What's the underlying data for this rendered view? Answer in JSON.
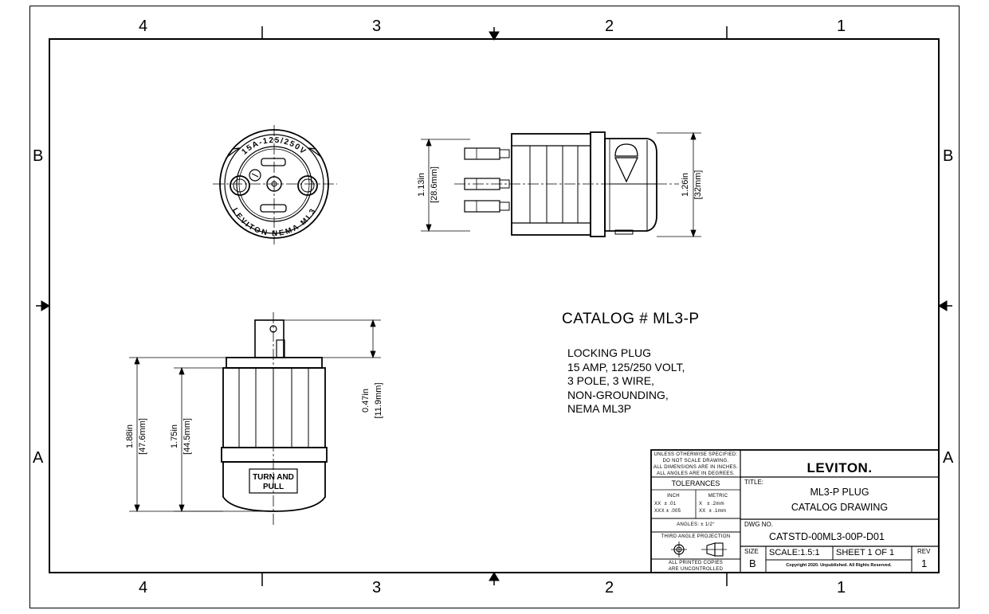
{
  "zones": {
    "columns": [
      "4",
      "3",
      "2",
      "1"
    ],
    "rows": [
      "B",
      "A"
    ]
  },
  "catalog_heading": "CATALOG # ML3-P",
  "description": [
    "LOCKING PLUG",
    "15 AMP, 125/250 VOLT,",
    "3 POLE, 3 WIRE,",
    "NON-GROUNDING,",
    "NEMA ML3P"
  ],
  "face_view": {
    "rating_text": "15A-125/250V",
    "brand_text": "LEVITON",
    "nema_text": "NEMA ML3"
  },
  "dimensions": {
    "side_left_in": "1.13in",
    "side_left_mm": "[28.6mm]",
    "side_right_in": "1.26in",
    "side_right_mm": "[32mm]",
    "top_outer_in": "1.88in",
    "top_outer_mm": "[47.6mm]",
    "top_inner_in": "1.75in",
    "top_inner_mm": "[44.5mm]",
    "blade_in": "0.47in",
    "blade_mm": "[11.9mm]"
  },
  "plug_label": [
    "TURN AND",
    "PULL"
  ],
  "title_block": {
    "notes": [
      "UNLESS OTHERWISE SPECIFIED:",
      "DO NOT SCALE DRAWING.",
      "ALL DIMENSIONS ARE IN INCHES.",
      "ALL ANGLES ARE IN DEGREES."
    ],
    "tolerances_label": "TOLERANCES",
    "inch_label": "INCH",
    "metric_label": "METRIC",
    "inch_values": [
      "XX  ± .01",
      "XXX ± .005"
    ],
    "metric_values": [
      "X   ± .2mm",
      "XX  ± .1mm"
    ],
    "angles": "ANGLES: ± 1/2°",
    "projection": "THIRD ANGLE PROJECTION",
    "copies_note": [
      "ALL PRINTED COPIES",
      "ARE UNCONTROLLED"
    ],
    "logo": "LEVITON.",
    "title_label": "TITLE:",
    "title_lines": [
      "ML3-P PLUG",
      "CATALOG DRAWING"
    ],
    "dwg_label": "DWG NO.",
    "dwg_no": "CATSTD-00ML3-00P-D01",
    "size_label": "SIZE",
    "size_value": "B",
    "scale": "SCALE:1.5:1",
    "sheet": "SHEET 1 OF 1",
    "rev_label": "REV",
    "rev_value": "1",
    "copyright": "Copyright 2020. Unpublished. All Rights Reserved."
  }
}
